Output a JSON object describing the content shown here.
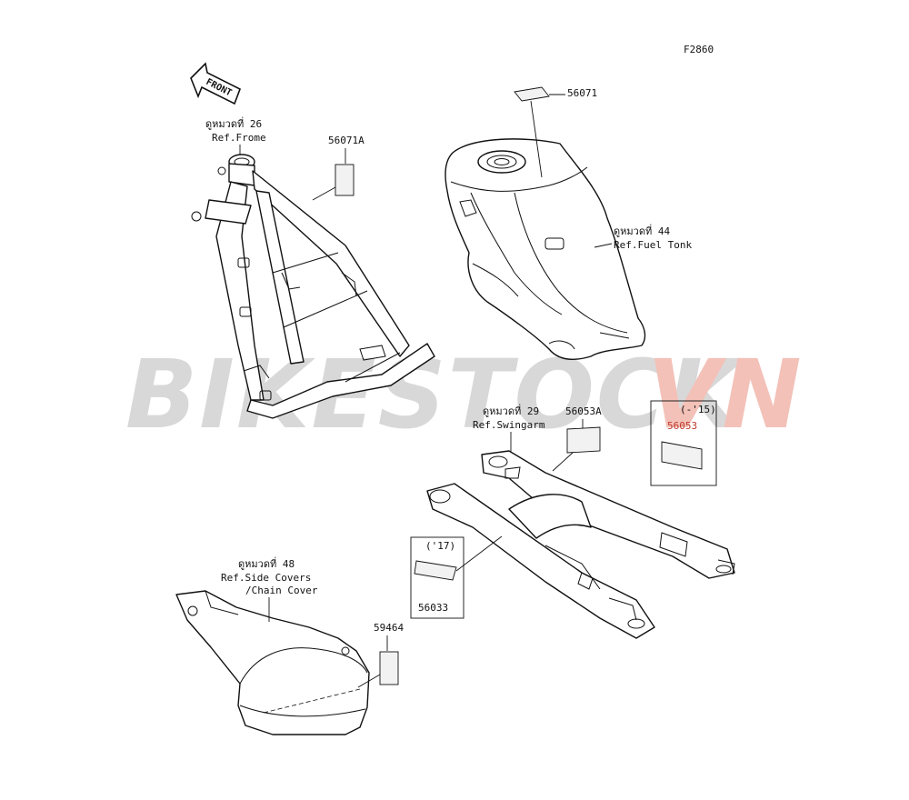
{
  "diagram_code": "F2860",
  "front_label": "FRONT",
  "watermark": {
    "brand_main": "BIKESTOCK",
    "brand_suffix": "VN",
    "color_main": "#d8d8d8",
    "color_suffix": "#f3c1b8"
  },
  "label_color_highlight": "#c0392b",
  "frame": {
    "ref_thai": "ดูหมวดที่ 26",
    "ref_en": "Ref.Frome"
  },
  "fuel_tank": {
    "ref_thai": "ดูหมวดที่ 44",
    "ref_en": "Ref.Fuel Tonk"
  },
  "swingarm": {
    "ref_thai": "ดูหมวดที่ 29",
    "ref_en": "Ref.Swingarm"
  },
  "side_covers": {
    "ref_thai": "ดูหมวดที่ 48",
    "ref_en_line1": "Ref.Side Covers",
    "ref_en_line2": "/Chain Cover"
  },
  "parts": {
    "p56071A": "56071A",
    "p56071": "56071",
    "p56053A": "56053A",
    "p56053": "56053",
    "p56053_year": "(-'15)",
    "p56033": "56033",
    "p56033_year": "('17)",
    "p59464": "59464"
  }
}
